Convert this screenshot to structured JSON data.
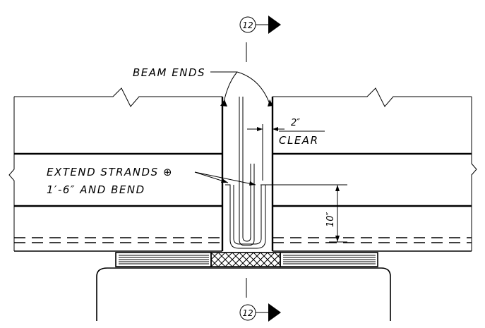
{
  "labels": {
    "beam_ends": "BEAM ENDS",
    "clear_value": "2″",
    "clear_word": "CLEAR",
    "extend_line1": "EXTEND STRANDS ⊕",
    "extend_line2": "1′-6″ AND BEND",
    "dim_10": "10″"
  },
  "section_marks": {
    "top": "12",
    "bottom": "12"
  }
}
